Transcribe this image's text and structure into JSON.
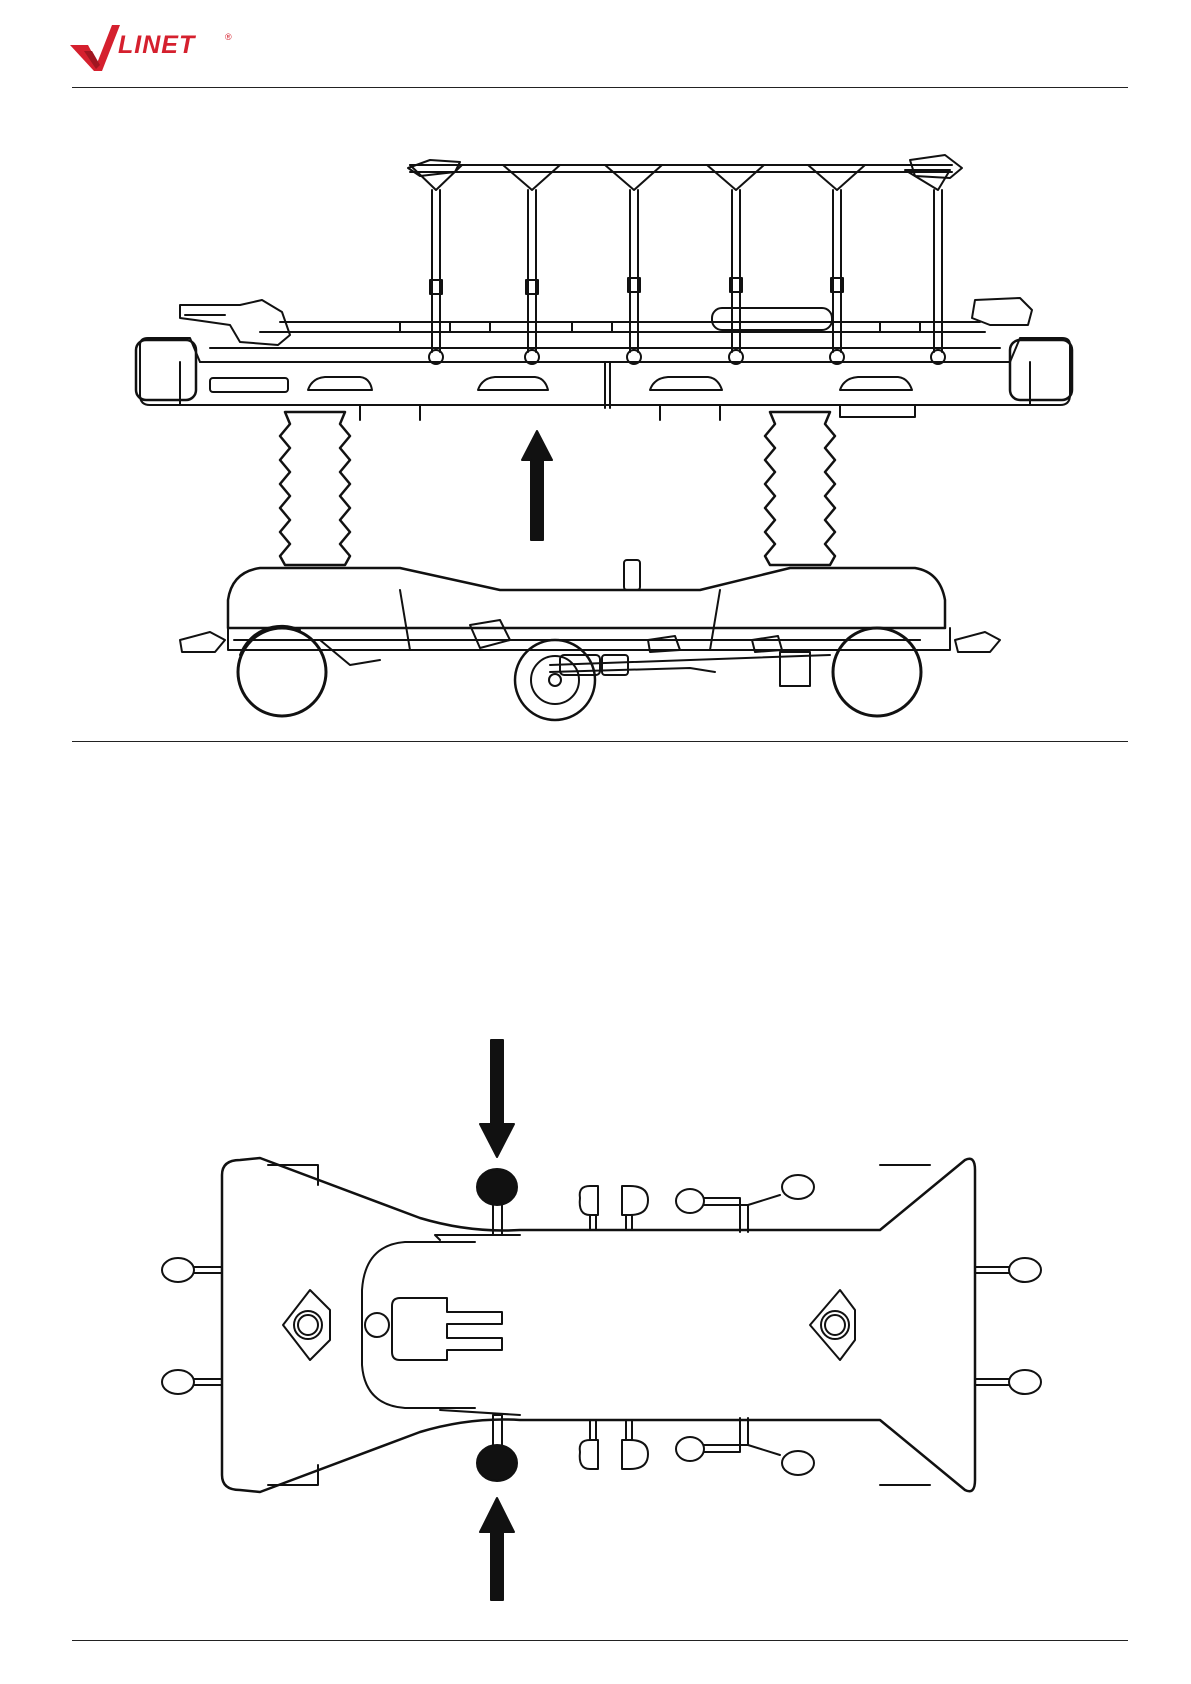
{
  "header": {
    "brand": "LINET",
    "registered_mark": "®",
    "brand_color": "#d5202e"
  },
  "figures": [
    {
      "name": "stretcher-side-view",
      "icon": "stretcher-side-elevation",
      "arrow": "up"
    },
    {
      "name": "stretcher-base-top-view",
      "icon": "stretcher-base-plan",
      "arrows": [
        "down",
        "up"
      ]
    }
  ]
}
